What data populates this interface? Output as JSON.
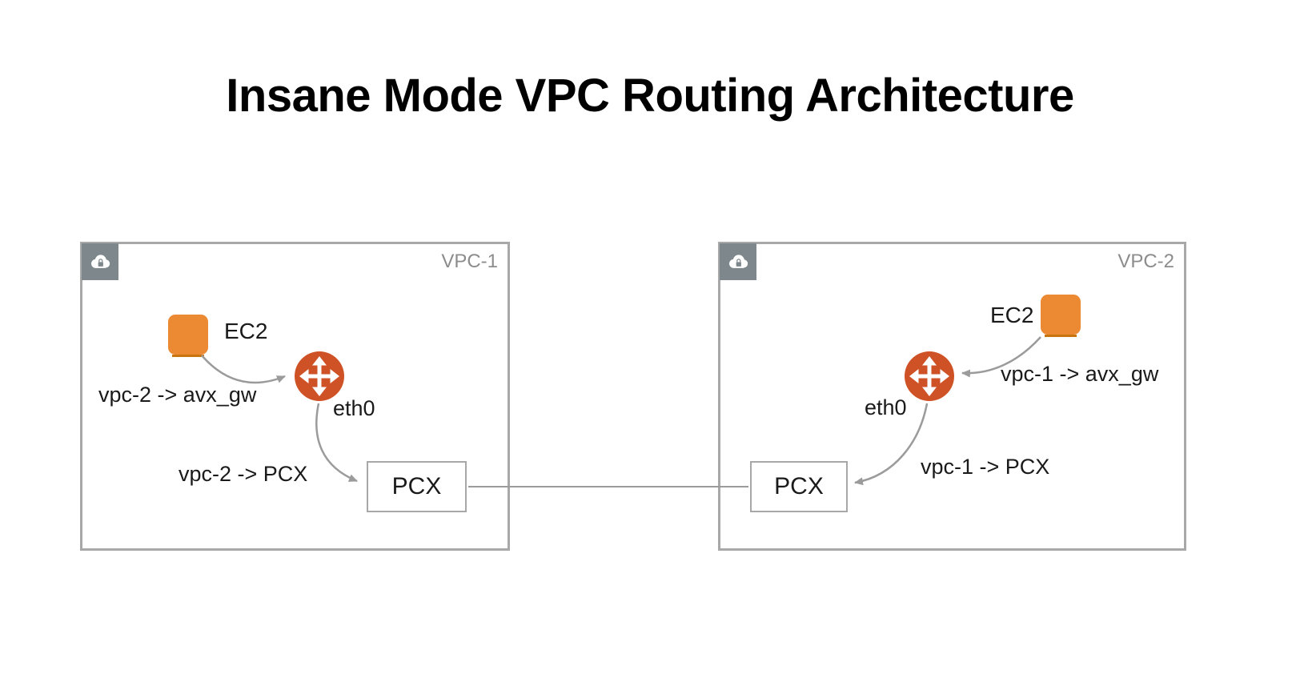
{
  "title": "Insane Mode VPC Routing Architecture",
  "vpcs": [
    {
      "label": "VPC-1",
      "ec2_label": "EC2",
      "gw_route": "vpc-2 -> avx_gw",
      "interface_label": "eth0",
      "pcx_route": "vpc-2 -> PCX",
      "pcx_label": "PCX"
    },
    {
      "label": "VPC-2",
      "ec2_label": "EC2",
      "gw_route": "vpc-1 -> avx_gw",
      "interface_label": "eth0",
      "pcx_route": "vpc-1 -> PCX",
      "pcx_label": "PCX"
    }
  ],
  "icons": {
    "vpc_badge": "cloud-lock-icon",
    "ec2": "ec2-instance-icon",
    "gateway": "router-icon"
  },
  "colors": {
    "ec2_orange": "#EC8A33",
    "router_orange": "#CF5227",
    "box_border": "#A8A8A8",
    "badge_gray": "#7E888C",
    "vpc_label_gray": "#8C8C8C",
    "arrow_gray": "#9B9B9B",
    "text_black": "#1A1A1A"
  }
}
